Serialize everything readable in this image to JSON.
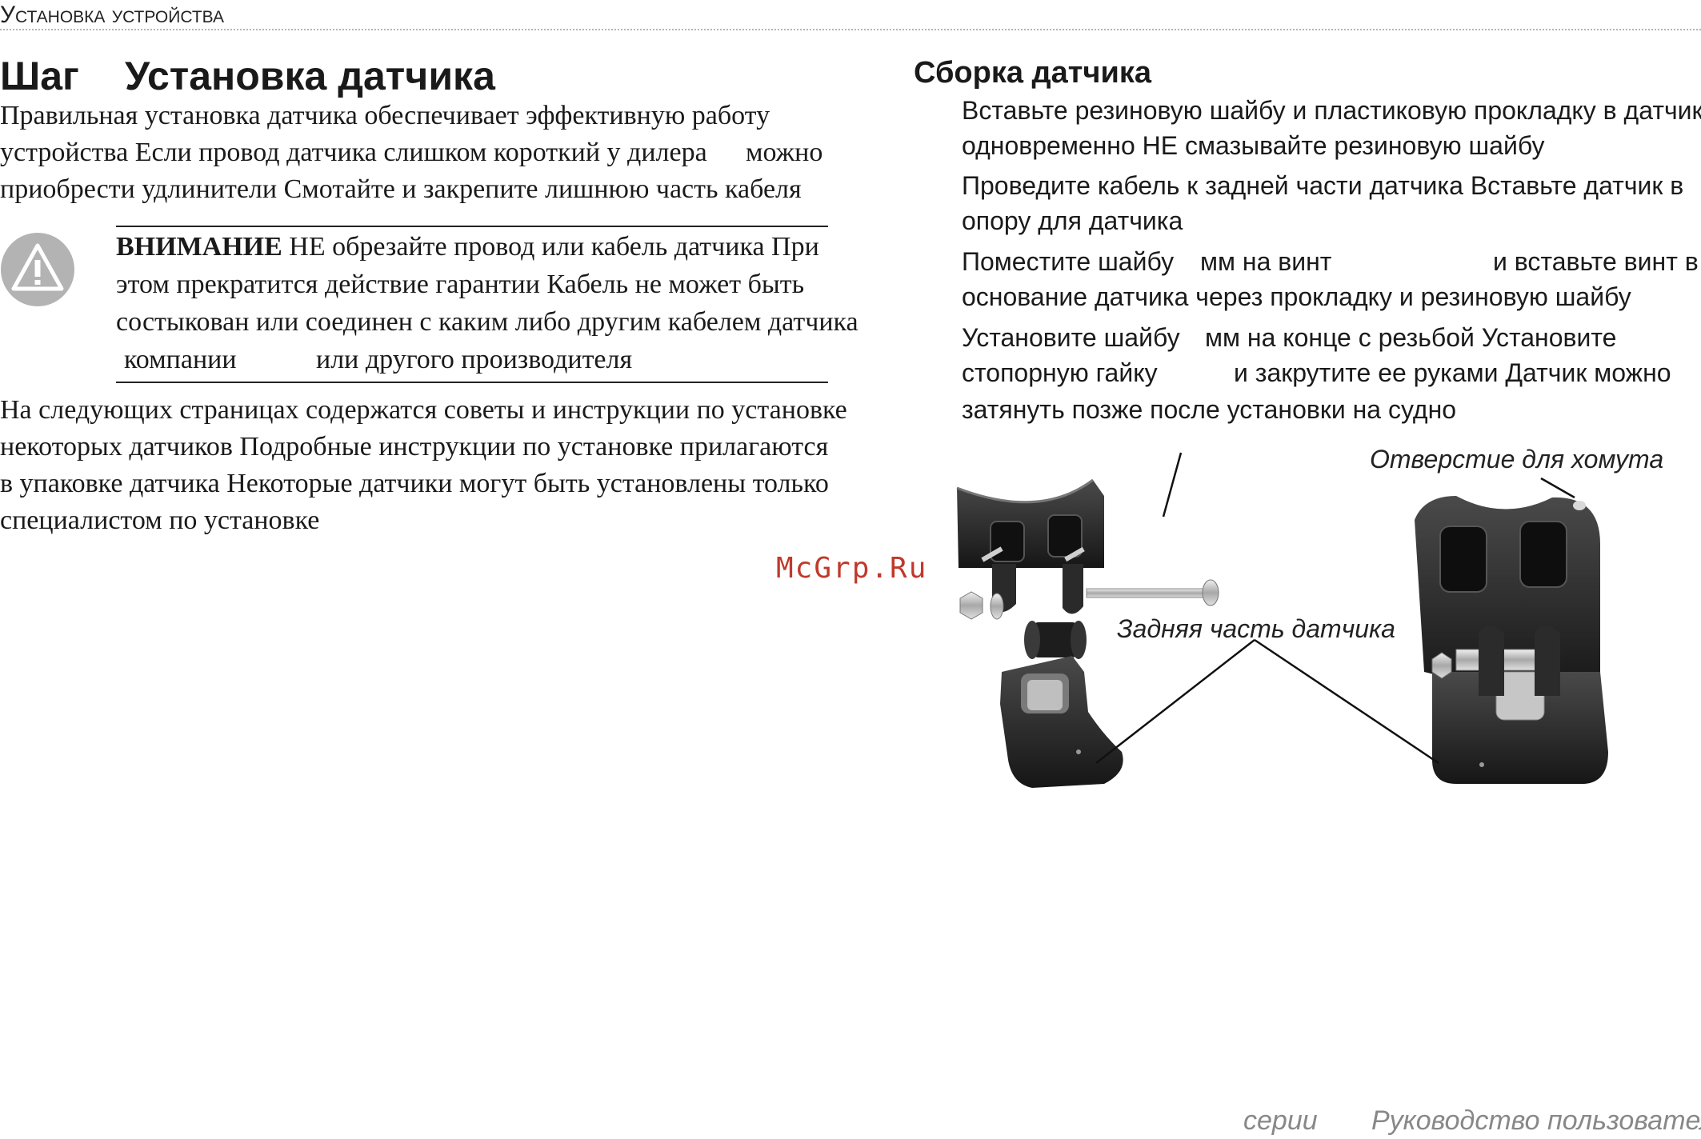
{
  "header": {
    "section_title": "Установка устройства"
  },
  "step": {
    "label": "Шаг",
    "title": "Установка датчика"
  },
  "intro": {
    "lines": [
      "Правильная установка датчика обеспечивает эффективную работу",
      "устройства  Если провод датчика слишком короткий  у дилера",
      "приобрести удлинители  Смотайте и закрепите лишнюю часть кабеля"
    ],
    "line2_tail": "можно"
  },
  "warning": {
    "label": "ВНИМАНИЕ",
    "line1_text": "  НЕ обрезайте провод или кабель датчика  При",
    "line2": "этом прекратится действие гарантии  Кабель не может быть",
    "line3": "состыкован или соединен с каким либо другим кабелем датчика",
    "line4_start": "компании",
    "line4_end": "или другого производителя"
  },
  "info": {
    "lines": [
      "На следующих страницах содержатся советы и инструкции по установке",
      "некоторых датчиков  Подробные инструкции по установке прилагаются",
      "в упаковке датчика  Некоторые датчики могут быть установлены только",
      "специалистом по установке"
    ]
  },
  "assembly": {
    "title": "Сборка датчика",
    "steps": [
      {
        "line1": "Вставьте резиновую шайбу и пластиковую прокладку в датчик",
        "line2": "одновременно  НЕ смазывайте резиновую шайбу"
      },
      {
        "line1": "Проведите кабель к задней части датчика  Вставьте датчик в",
        "line2": "опору для датчика"
      },
      {
        "line1_a": "Поместите шайбу",
        "line1_b": "мм на винт",
        "line1_c": "и вставьте винт в",
        "line2": "основание датчика через прокладку и резиновую шайбу"
      },
      {
        "line1_a": "Установите шайбу",
        "line1_b": "мм на конце с резьбой  Установите",
        "line2_a": "стопорную гайку",
        "line2_b": "и закрутите ее руками  Датчик можно",
        "line3": "затянуть позже  после установки на судно"
      }
    ]
  },
  "figure": {
    "callout_clamp_hole": "Отверстие для хомута",
    "callout_back": "Задняя часть датчика"
  },
  "watermark": "McGrp.Ru",
  "footer": {
    "series": "серии",
    "manual": "Руководство пользователя"
  },
  "colors": {
    "text": "#1a1a1a",
    "watermark": "#c0392b",
    "footer": "#888888",
    "icon_gray": "#b3b3b3",
    "part_dark": "#2b2b2b"
  }
}
